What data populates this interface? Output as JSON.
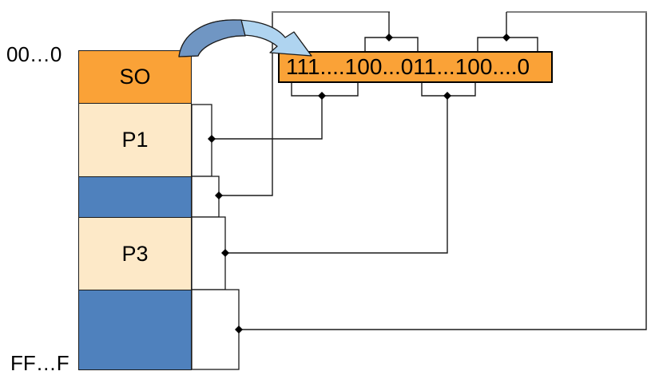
{
  "labels": {
    "address_top": "00…0",
    "address_bottom": "FF…F"
  },
  "memory_map": {
    "segments": [
      {
        "label": "SO",
        "kind": "os-segment"
      },
      {
        "label": "P1",
        "kind": "process-segment"
      },
      {
        "label": "",
        "kind": "free-hole"
      },
      {
        "label": "P3",
        "kind": "process-segment"
      },
      {
        "label": "",
        "kind": "free-hole"
      }
    ]
  },
  "bitmap": {
    "value": "111....100...011...100....0"
  },
  "colors": {
    "segment_orange": "#FAA237",
    "segment_cream": "#FDE9C8",
    "segment_blue": "#4F81BD",
    "bitmap_orange": "#FAA237",
    "arrow_dark_blue": "#7096C3",
    "arrow_light_blue": "#AFD4F0",
    "line_black": "#1A1A1A",
    "line_gray": "#808080"
  }
}
